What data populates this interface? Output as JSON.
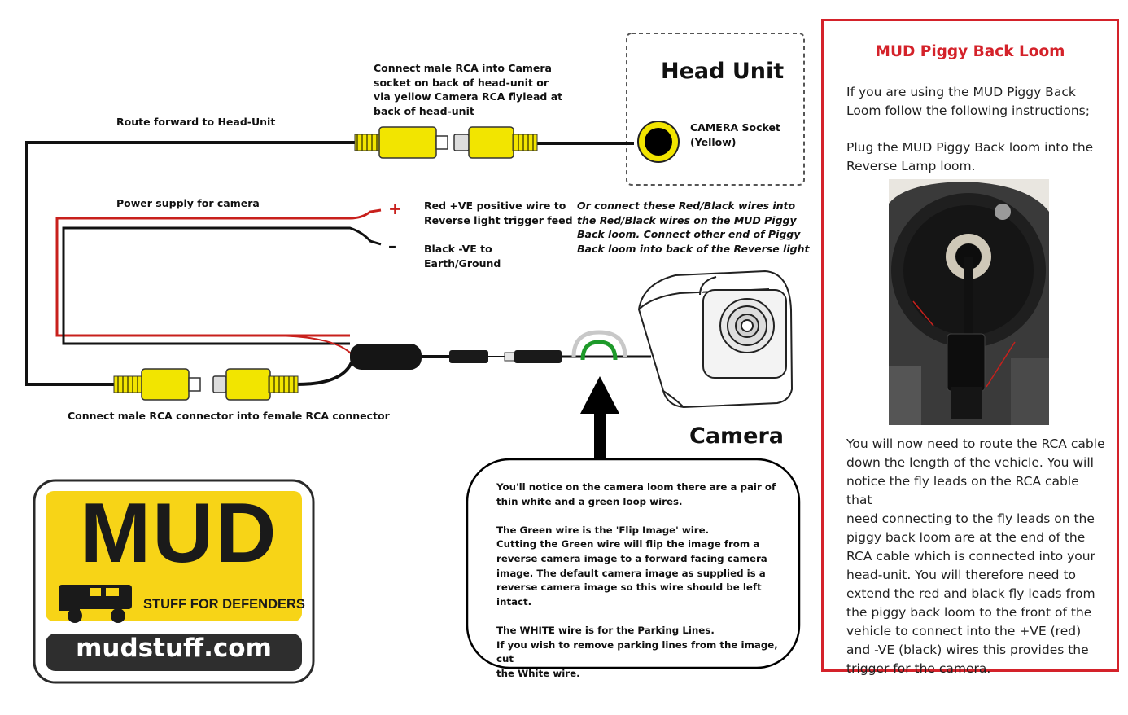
{
  "head_unit": {
    "title": "Head Unit",
    "socket_label": "CAMERA Socket\n(Yellow)"
  },
  "labels": {
    "rca_headunit": "Connect male RCA into Camera\nsocket on back of head-unit or\nvia yellow Camera RCA flylead at\nback of head-unit",
    "route_forward": "Route forward to Head-Unit",
    "power_supply": "Power supply for camera",
    "plus": "+",
    "minus": "–",
    "red_wire": "Red +VE positive wire to\nReverse light trigger feed",
    "black_wire": "Black -VE to\nEarth/Ground",
    "piggy_wires": "Or connect these Red/Black wires into\nthe Red/Black wires on the MUD Piggy\nBack loom. Connect other end of Piggy\nBack loom into back of the Reverse light",
    "rca_connect": "Connect male RCA connector into female RCA connector",
    "camera": "Camera"
  },
  "note": {
    "text": "You'll notice on the camera loom there are a pair of\nthin white and a green loop wires.\n\nThe Green wire is the 'Flip Image' wire.\nCutting the Green wire will flip the image from a\nreverse camera image to a forward facing camera\nimage. The default camera image as supplied is a\nreverse camera image so this wire should be left intact.\n\nThe WHITE wire is for the Parking Lines.\nIf you wish to remove parking lines from the image, cut\nthe White wire."
  },
  "sidebar": {
    "title": "MUD Piggy Back Loom",
    "intro": "If you are using the MUD Piggy Back\nLoom follow the following instructions;",
    "plug": "Plug the MUD Piggy Back loom into the\nReverse Lamp loom.",
    "route": "You will now need to route the RCA cable\ndown the length of the vehicle. You will\nnotice the fly leads on the RCA cable that\nneed connecting to the fly leads on the\npiggy back loom are at the end of the\nRCA cable which is connected into your\nhead-unit. You will therefore need to\nextend the red and black fly leads from\nthe piggy back loom to the front of the\nvehicle to connect into the +VE (red)\nand -VE (black) wires this provides the\ntrigger for the camera."
  },
  "logo": {
    "brand": "MUD",
    "tagline": "STUFF FOR DEFENDERS",
    "url": "mudstuff.com"
  },
  "colors": {
    "accent_red": "#d4222a",
    "rca_yellow": "#f2e500",
    "logo_yellow": "#f7d417",
    "wire_black": "#111111",
    "wire_red": "#c8201c",
    "flip_green": "#1e9a2a"
  }
}
